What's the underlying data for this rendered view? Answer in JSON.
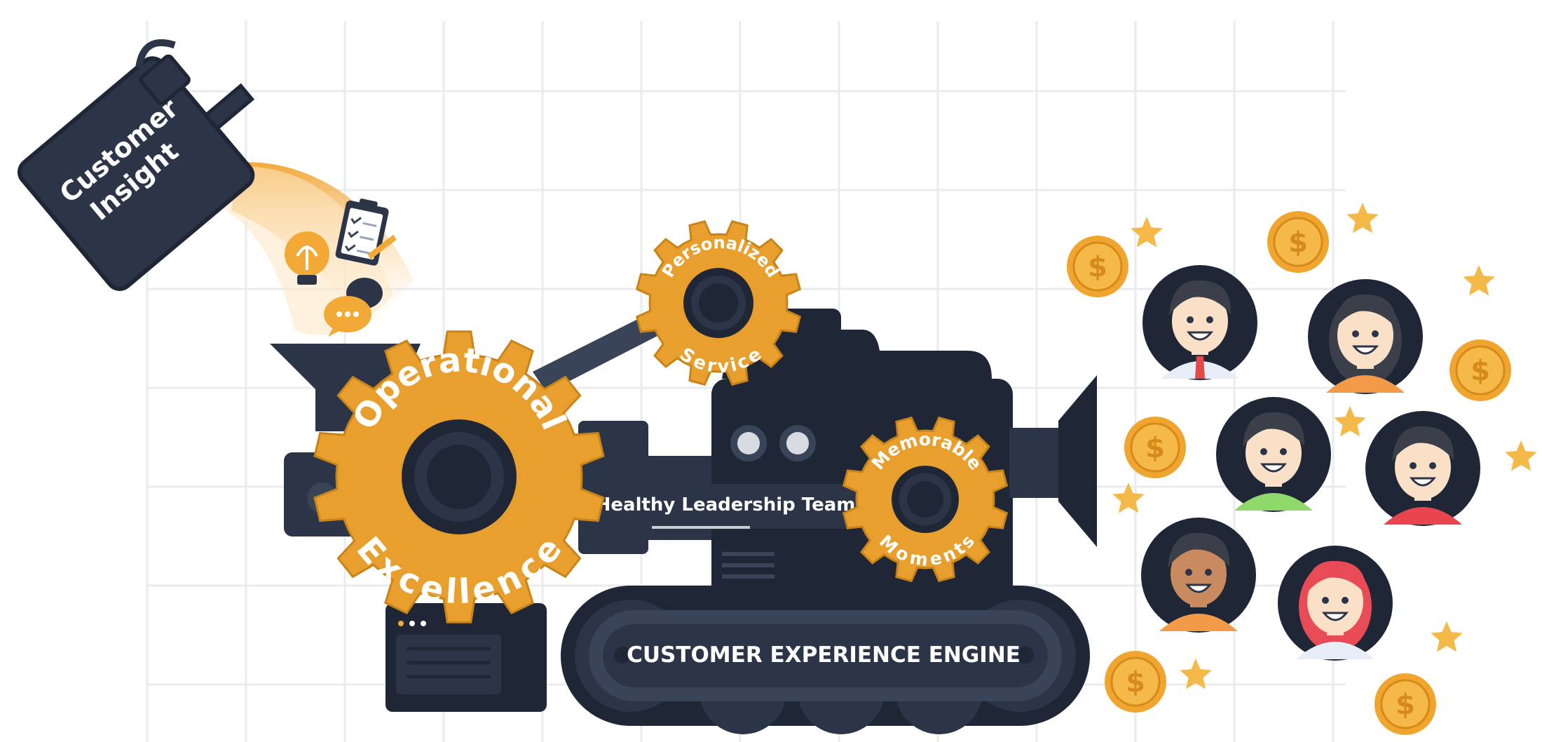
{
  "colors": {
    "navy": "#2c3548",
    "navy_dark": "#1f2736",
    "navy_mid": "#3a4459",
    "gold": "#e89f2e",
    "gold_light": "#f5b94a",
    "grid": "#e9ebee",
    "white": "#ffffff",
    "skin": "#fbe0c8",
    "hair": "#3b3f4a",
    "red_hair": "#e84b55"
  },
  "labels": {
    "customer_insight_line1": "Customer",
    "customer_insight_line2": "Insight",
    "operational_top": "Operational",
    "operational_bottom": "Excellence",
    "personalized_top": "Personalized",
    "personalized_bottom": "Service",
    "memorable_top": "Memorable",
    "memorable_bottom": "Moments",
    "leadership": "Healthy Leadership Team",
    "engine": "CUSTOMER EXPERIENCE ENGINE",
    "coin_symbol": "$"
  },
  "icons": {
    "canister": "fuel-canister-icon",
    "bulb": "lightbulb-icon",
    "clipboard": "clipboard-icon",
    "chat": "chat-bubbles-icon",
    "coin": "dollar-coin-icon",
    "star": "star-icon",
    "avatar": "customer-avatar-icon"
  }
}
